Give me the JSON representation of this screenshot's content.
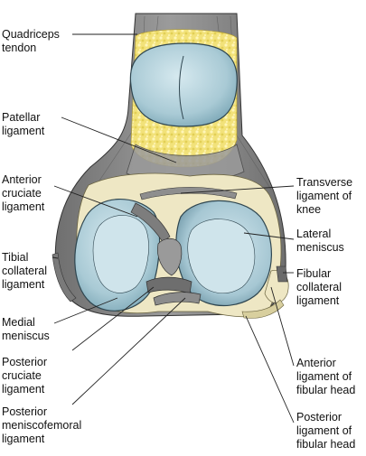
{
  "labels": {
    "quadriceps_tendon": "Quadriceps\ntendon",
    "patellar_ligament": "Patellar\nligament",
    "anterior_cruciate_ligament": "Anterior\ncruciate\nligament",
    "tibial_collateral_ligament": "Tibial\ncollateral\nligament",
    "medial_meniscus": "Medial\nmeniscus",
    "posterior_cruciate_ligament": "Posterior\ncruciate\nligament",
    "posterior_meniscofemoral_ligament": "Posterior\nmeniscofemoral\nligament",
    "transverse_ligament_of_knee": "Transverse\nligament of\nknee",
    "lateral_meniscus": "Lateral\nmeniscus",
    "fibular_collateral_ligament": "Fibular\ncollateral\nligament",
    "anterior_ligament_of_fibular_head": "Anterior\nligament of\nfibular head",
    "posterior_ligament_of_fibular_head": "Posterior\nligament of\nfibular head"
  },
  "colors": {
    "ligament_gray": "#8a8a8a",
    "ligament_dark": "#5a5a5a",
    "cartilage_blue": "#b4d4dd",
    "fat_yellow": "#f2e27a",
    "bone_cream": "#eee7c4"
  }
}
